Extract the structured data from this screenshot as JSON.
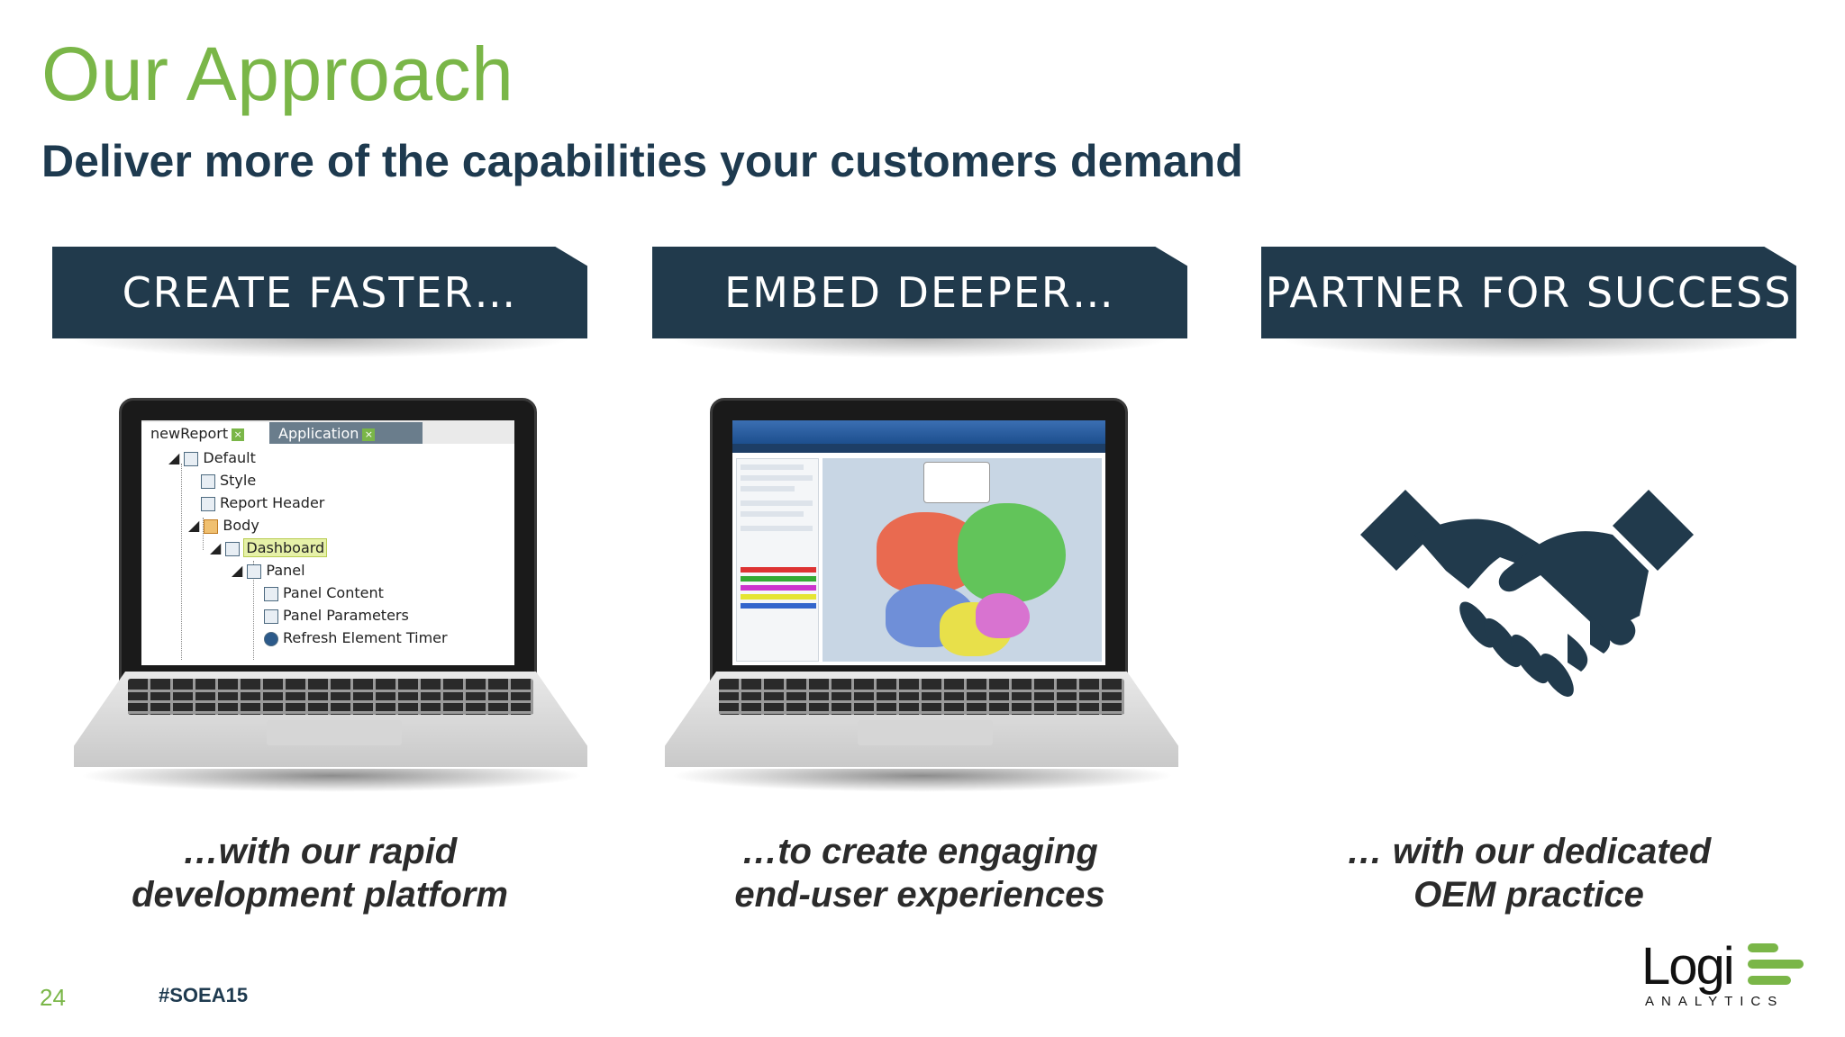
{
  "slide": {
    "title": "Our Approach",
    "subtitle": "Deliver more of the capabilities your customers demand",
    "page_number": "24",
    "hashtag": "#SOEA15"
  },
  "columns": [
    {
      "banner": "CREATE FASTER…",
      "caption_line1": "…with our rapid",
      "caption_line2": "development platform"
    },
    {
      "banner": "EMBED DEEPER…",
      "caption_line1": "…to create engaging",
      "caption_line2": "end-user experiences"
    },
    {
      "banner": "PARTNER FOR SUCCESS",
      "caption_line1": "… with our dedicated",
      "caption_line2": "OEM practice"
    }
  ],
  "report_screen": {
    "tab_active": "newReport",
    "tab_inactive": "Application",
    "tree": [
      "Default",
      "Style",
      "Report Header",
      "Body",
      "Dashboard",
      "Panel",
      "Panel Content",
      "Panel Parameters",
      "Refresh Element Timer"
    ]
  },
  "logo": {
    "word": "Logi",
    "sub": "ANALYTICS"
  },
  "colors": {
    "accent_green": "#7ab648",
    "navy": "#213a4c"
  }
}
